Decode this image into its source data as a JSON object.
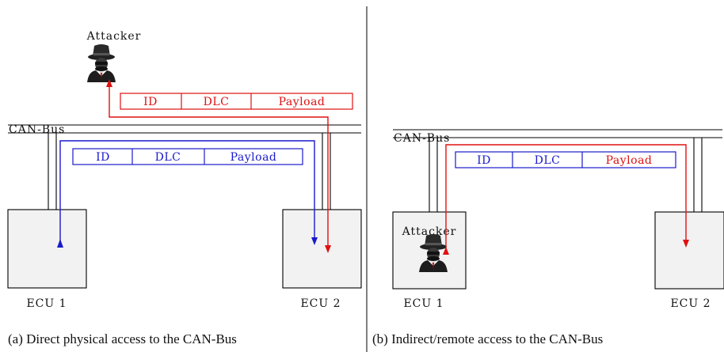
{
  "left": {
    "attacker_label": "Attacker",
    "bus_label": "CAN-Bus",
    "attacker_frame": {
      "id": "ID",
      "dlc": "DLC",
      "payload": "Payload"
    },
    "ecu_frame": {
      "id": "ID",
      "dlc": "DLC",
      "payload": "Payload"
    },
    "ecu1_label": "ECU 1",
    "ecu2_label": "ECU 2",
    "caption": "(a) Direct physical access to the CAN-Bus"
  },
  "right": {
    "bus_label": "CAN-Bus",
    "frame": {
      "id": "ID",
      "dlc": "DLC",
      "payload": "Payload"
    },
    "attacker_label": "Attacker",
    "ecu1_label": "ECU 1",
    "ecu2_label": "ECU 2",
    "caption": "(b) Indirect/remote access to the CAN-Bus"
  },
  "colors": {
    "attack": "#e01010",
    "normal": "#1a1acc",
    "ecu_fill": "#f2f2f2",
    "line": "#000000"
  },
  "icons": [
    "hacker-icon"
  ]
}
